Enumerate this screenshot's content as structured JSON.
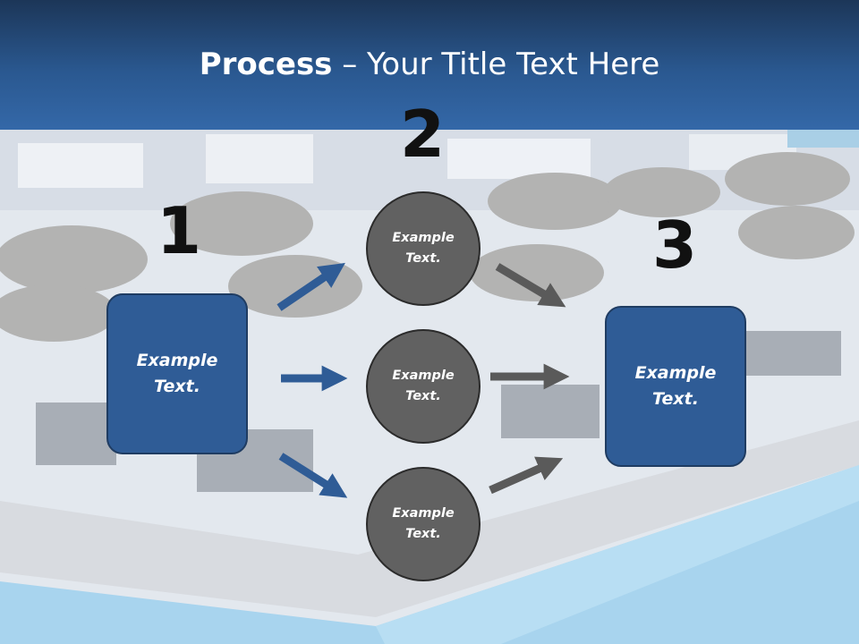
{
  "title": {
    "bold": "Process",
    "rest": " – Your Title Text Here"
  },
  "steps": {
    "n1": "1",
    "n2": "2",
    "n3": "3"
  },
  "left_box": {
    "text": "Example\nText."
  },
  "right_box": {
    "text": "Example\nText."
  },
  "circles": [
    {
      "text": "Example\nText."
    },
    {
      "text": "Example\nText."
    },
    {
      "text": "Example\nText."
    }
  ],
  "colors": {
    "box": "#2f5c96",
    "circle": "#616161",
    "blue_arrow": "#2f5c96",
    "gray_arrow": "#5a5a5a",
    "header": "#2a5890"
  }
}
